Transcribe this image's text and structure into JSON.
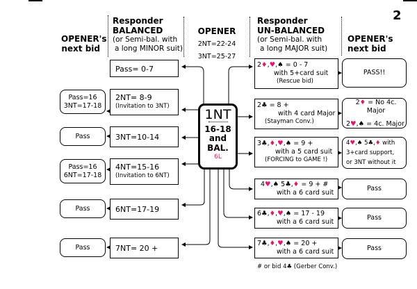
{
  "page_number": "2",
  "headers": {
    "opener_next_left": [
      "OPENER's",
      "next bid"
    ],
    "responder_balanced": [
      "Responder",
      "BALANCED"
    ],
    "responder_balanced_note": [
      "(or Semi-bal. with",
      "a long MINOR suit)"
    ],
    "opener": "OPENER",
    "opener_alt": [
      "2NT=22-24",
      "3NT=25-27"
    ],
    "responder_unbalanced": [
      "Responder",
      "UN-BALANCED"
    ],
    "responder_unbalanced_note": [
      "(or Semi-bal. with",
      "a long MAJOR suit)"
    ],
    "opener_next_right": [
      "OPENER's",
      "next bid"
    ]
  },
  "center": {
    "bid": "1NT",
    "points": "16-18",
    "and": "and",
    "bal": "BAL.",
    "tag": "6L"
  },
  "balanced_responses": [
    {
      "bid": "Pass= 0-7",
      "note": "",
      "opener": []
    },
    {
      "bid": "2NT= 8-9",
      "note": "(Invitation to 3NT)",
      "opener": [
        "Pass=16",
        "3NT=17-18"
      ]
    },
    {
      "bid": "3NT=10-14",
      "note": "",
      "opener": [
        "Pass"
      ]
    },
    {
      "bid": "4NT=15-16",
      "note": "(Invitation to 6NT)",
      "opener": [
        "Pass=16",
        "6NT=17-18"
      ]
    },
    {
      "bid": "6NT=17-19",
      "note": "",
      "opener": [
        "Pass"
      ]
    },
    {
      "bid": "7NT= 20 +",
      "note": "",
      "opener": [
        "Pass"
      ]
    }
  ],
  "unbalanced_responses": [
    {
      "line1": "2♦,♥,♠ = 0 - 7",
      "line2": "with 5+card suit",
      "line3": "(Rescue bid)",
      "opener": [
        "PASS!!"
      ]
    },
    {
      "line1": "2♣ = 8 +",
      "line2": "with 4 card Major",
      "line3": "(Stayman Conv.)",
      "opener": [
        "2♦ = No 4c. Major",
        "2♥,♠ = 4c. Major"
      ]
    },
    {
      "line1": "3♣,♦,♥,♠ = 9 +",
      "line2": "with a 5 card suit",
      "line3": "(FORCING to GAME !)",
      "opener": [
        "4♥,♠ 5♣,♦ with",
        "3+card support,",
        "or 3NT without it"
      ]
    },
    {
      "line1": "4♥,♠ 5♣,♦ = 9 + #",
      "line2": "with a 6 card suit",
      "line3": "",
      "opener": [
        "Pass"
      ]
    },
    {
      "line1": "6♣,♦,♥,♠ = 17 - 19",
      "line2": "with a 6 card suit",
      "line3": "",
      "opener": [
        "Pass"
      ]
    },
    {
      "line1": "7♣,♦,♥,♠ = 20 +",
      "line2": "with a 6 card suit",
      "line3": "",
      "opener": [
        "Pass"
      ]
    }
  ],
  "footnote": "# or bid 4♣ (Gerber Conv.)",
  "colors": {
    "red_suit": "#e8146e",
    "line": "#000000"
  }
}
